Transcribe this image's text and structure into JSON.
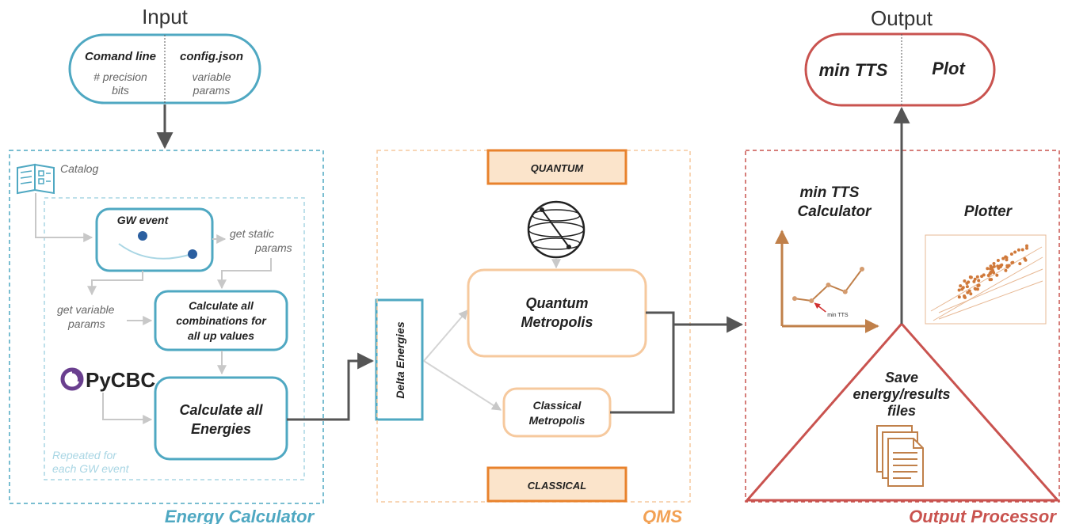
{
  "colors": {
    "blue": "#4fa8c2",
    "light_blue": "#a9d6e4",
    "orange": "#f2a154",
    "orange_dark": "#e8822c",
    "orange_light": "#f6c99e",
    "quantum_fill": "#fbe4cb",
    "red": "#c9534f",
    "gray": "#c8c8c8",
    "dark": "#555555",
    "brown": "#c0804a"
  },
  "input": {
    "title": "Input",
    "left_header": "Comand line",
    "left_sub_1": "# precision",
    "left_sub_2": "bits",
    "right_header": "config.json",
    "right_sub_1": "variable",
    "right_sub_2": "params"
  },
  "output": {
    "title": "Output",
    "left": "min TTS",
    "right": "Plot"
  },
  "energy_calculator": {
    "label": "Energy Calculator",
    "catalog": "Catalog",
    "gw_event": "GW event",
    "get_static_1": "get static",
    "get_static_2": "params",
    "get_variable_1": "get variable",
    "get_variable_2": "params",
    "combos_1": "Calculate all",
    "combos_2": "combinations for",
    "combos_3": "all up values",
    "pycbc": "PyCBC",
    "energies_1": "Calculate all",
    "energies_2": "Energies",
    "repeated_1": "Repeated for",
    "repeated_2": "each GW event"
  },
  "delta": {
    "label": "Delta Energies"
  },
  "qms": {
    "label": "QMS",
    "quantum_banner": "QUANTUM",
    "classical_banner": "CLASSICAL",
    "quantum_1": "Quantum",
    "quantum_2": "Metropolis",
    "classical_1": "Classical",
    "classical_2": "Metropolis"
  },
  "output_processor": {
    "label": "Output Processor",
    "mintts_1": "min TTS",
    "mintts_2": "Calculator",
    "plotter": "Plotter",
    "save_1": "Save",
    "save_2": "energy/results",
    "save_3": "files",
    "mini_chart_label": "min TTS"
  },
  "mini_chart": {
    "type": "line",
    "points": [
      [
        1,
        2
      ],
      [
        2,
        1.8
      ],
      [
        3,
        3.2
      ],
      [
        4,
        2.6
      ],
      [
        5,
        4.6
      ]
    ],
    "min_index": 1
  }
}
